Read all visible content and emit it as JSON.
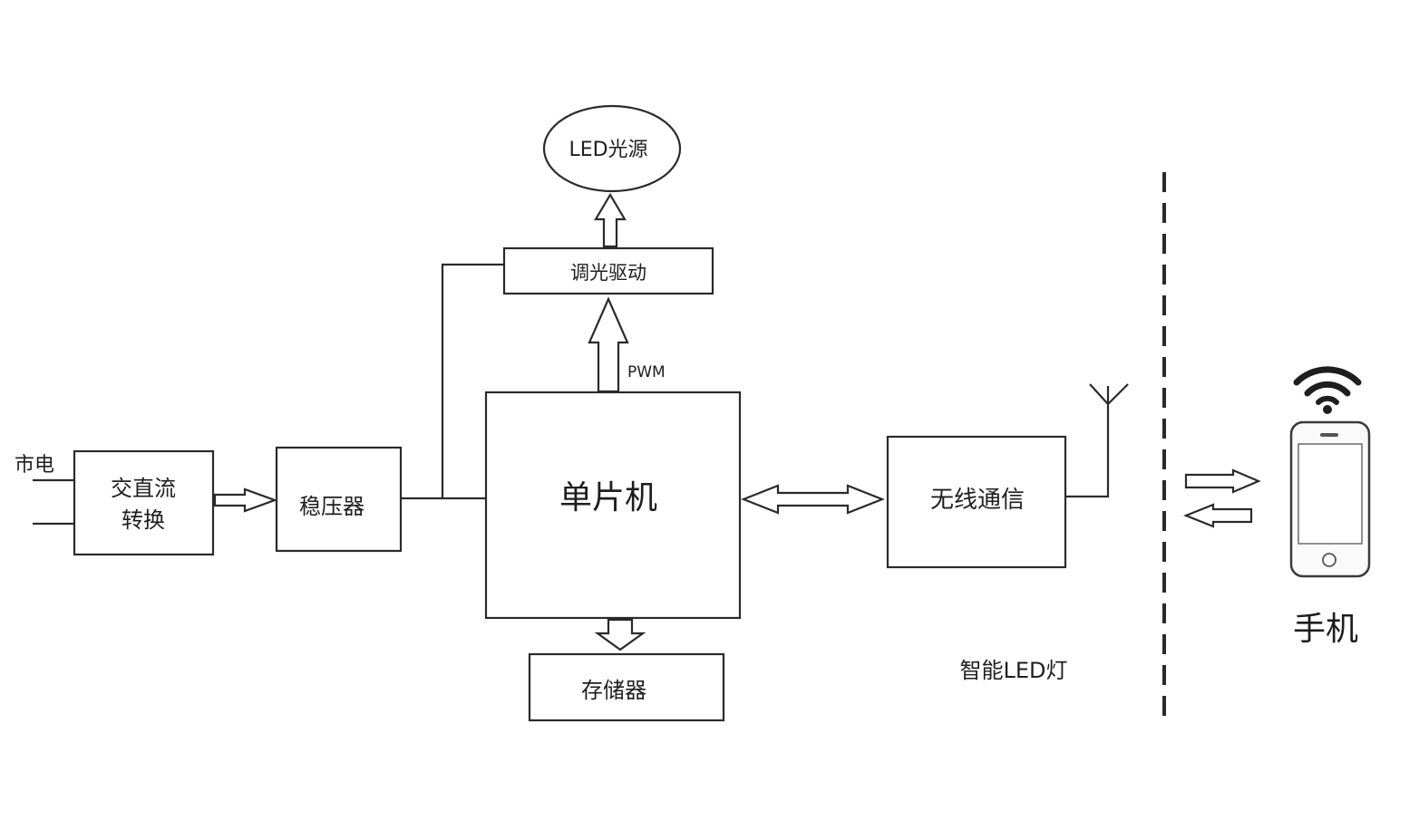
{
  "diagram": {
    "blocks": {
      "ac_dc": {
        "line1": "交直流",
        "line2": "转换"
      },
      "regulator": {
        "label": "稳压器"
      },
      "mcu": {
        "label": "单片机"
      },
      "dimming_driver": {
        "label": "调光驱动"
      },
      "led_source": {
        "label": "LED光源"
      },
      "storage": {
        "label": "存储器"
      },
      "wireless": {
        "label": "无线通信"
      }
    },
    "labels": {
      "mains": "市电",
      "pwm": "PWM",
      "smart_led": "智能LED灯",
      "phone": "手机"
    },
    "icons": {
      "antenna": "antenna-icon",
      "wifi": "wifi-icon",
      "phone": "smartphone-icon"
    },
    "colors": {
      "line": "#2a2a2a",
      "text": "#1e1e1e",
      "background": "#ffffff"
    }
  }
}
